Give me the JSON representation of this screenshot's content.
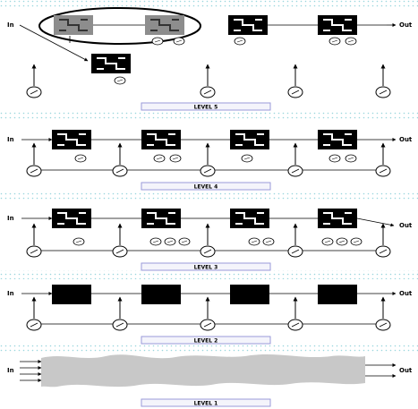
{
  "diagram": {
    "levels": [
      {
        "id": "level-5",
        "label": "LEVEL 5",
        "in_label": "In",
        "out_label": "Out"
      },
      {
        "id": "level-4",
        "label": "LEVEL 4",
        "in_label": "In",
        "out_label": "Out"
      },
      {
        "id": "level-3",
        "label": "LEVEL 3",
        "in_label": "In",
        "out_label": "Out"
      },
      {
        "id": "level-2",
        "label": "LEVEL 2",
        "in_label": "In",
        "out_label": "Out"
      },
      {
        "id": "level-1",
        "label": "LEVEL 1",
        "in_label": "In",
        "out_label": "Out"
      }
    ]
  },
  "colors": {
    "background": "#ffffff",
    "dotted_band": "#9ad6dd",
    "block": "#000000",
    "block_gray": "#8d8d8d",
    "cloud": "#c8c8c8",
    "label_box_border": "#9a9ad8",
    "label_box_fill": "#f4f4fb",
    "line": "#000000"
  },
  "icons": [
    "processing-module-icon",
    "sensor-node-icon",
    "up-arrow-icon",
    "signal-blob-icon"
  ]
}
